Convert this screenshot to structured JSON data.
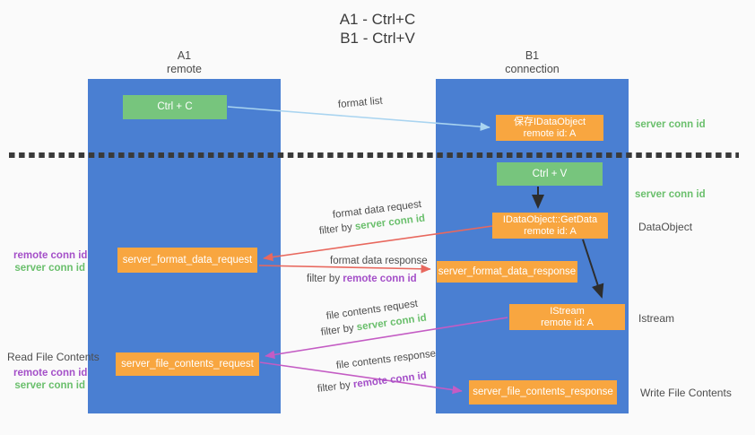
{
  "colors": {
    "bg": "#fafafa",
    "panel-blue": "#4a7fd2",
    "node-green": "#77c57d",
    "node-orange": "#f8a640",
    "arrow-lightblue": "#a9d4f0",
    "arrow-red": "#e8685e",
    "arrow-magenta": "#c45cc4",
    "arrow-black": "#2d2d2d",
    "text-gray": "#4d4d4d",
    "conn-green": "#6abf6c",
    "conn-purple": "#a44fc8",
    "dashed-line": "#3a3a3a"
  },
  "title": {
    "line1": "A1 - Ctrl+C",
    "line2": "B1 - Ctrl+V"
  },
  "columns": {
    "left": {
      "name": "A1",
      "subtitle": "remote"
    },
    "right": {
      "name": "B1",
      "subtitle": "connection"
    }
  },
  "nodes": {
    "ctrl_c": {
      "label": "Ctrl + C"
    },
    "ctrl_v": {
      "label": "Ctrl + V"
    },
    "save_dataobject": {
      "line1": "保存IDataObject",
      "line2": "remote id: A"
    },
    "getdata": {
      "line1": "IDataObject::GetData",
      "line2": "remote id: A"
    },
    "istream": {
      "line1": "IStream",
      "line2": "remote id: A"
    },
    "format_request": {
      "label": "server_format_data_request"
    },
    "format_response": {
      "label": "server_format_data_response"
    },
    "file_request": {
      "label": "server_file_contents_request"
    },
    "file_response": {
      "label": "server_file_contents_response"
    }
  },
  "labels": {
    "format_list": "format list",
    "format_data_request": "format data request",
    "format_data_response": "format data response",
    "file_contents_request": "file contents request",
    "file_contents_response": "file contents response",
    "filter_by": "filter by ",
    "server_conn_id": "server conn id",
    "remote_conn_id": "remote conn id",
    "dataobject": "DataObject",
    "istream": "Istream",
    "read_file_contents": "Read File Contents",
    "write_file_contents": "Write File Contents"
  }
}
